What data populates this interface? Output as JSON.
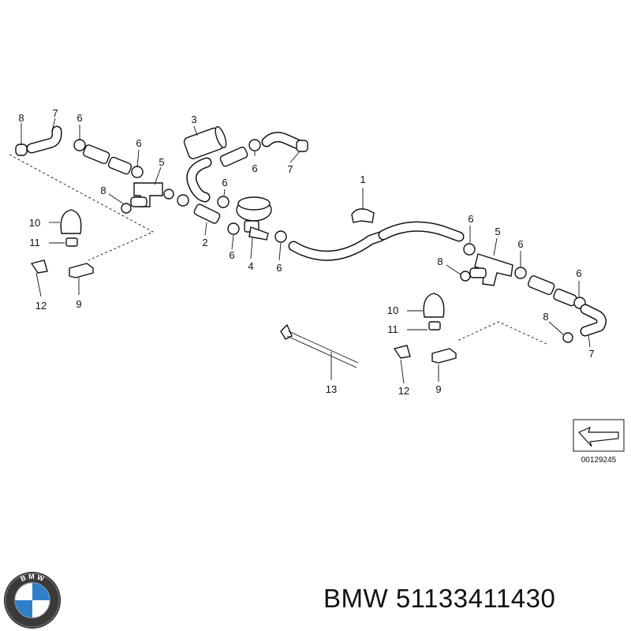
{
  "diagram": {
    "callouts": {
      "c8a": "8",
      "c7a": "7",
      "c6a": "6",
      "c6b": "6",
      "c5a": "5",
      "c8b": "8",
      "c3": "3",
      "c6c": "6",
      "c7b": "7",
      "c6d": "6",
      "c2": "2",
      "c6e": "6",
      "c4": "4",
      "c6f": "6",
      "c10a": "10",
      "c11a": "11",
      "c12a": "12",
      "c9a": "9",
      "c1": "1",
      "c6g": "6",
      "c5b": "5",
      "c6h": "6",
      "c8c": "8",
      "c6i": "6",
      "c10b": "10",
      "c11b": "11",
      "c8d": "8",
      "c7c": "7",
      "c13": "13",
      "c12b": "12",
      "c9b": "9"
    },
    "reference_number": "00129245",
    "logo_text": "B M W"
  },
  "footer": {
    "brand_part": "BMW 51133411430"
  },
  "colors": {
    "line": "#111111",
    "background": "#ffffff",
    "logo_blue": "#2f7fc8"
  }
}
